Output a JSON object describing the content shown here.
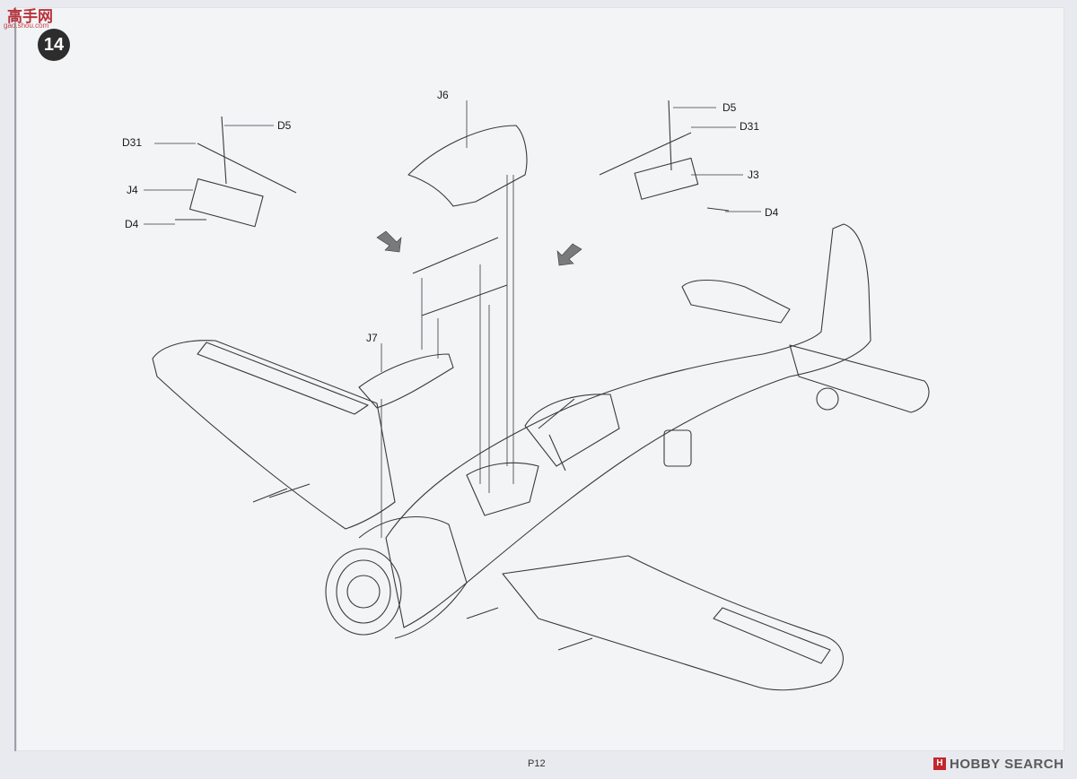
{
  "branding": {
    "site_logo": "高手网",
    "site_logo_sub": "gao.shou.com",
    "watermark": "HOBBY SEARCH"
  },
  "step": {
    "number": "14"
  },
  "callouts": {
    "left_gun": {
      "d5": "D5",
      "d31": "D31",
      "j4": "J4",
      "d4": "D4"
    },
    "right_gun": {
      "d5": "D5",
      "d31": "D31",
      "j3": "J3",
      "d4": "D4"
    },
    "j6": "J6",
    "j7": "J7"
  },
  "footer": {
    "page": "P12"
  },
  "colors": {
    "line": "#3a3a3a",
    "paper": "#f3f4f6",
    "arrow_fill": "#7a7a7a",
    "accent": "#c2272d"
  },
  "icons": [
    "step-badge-icon",
    "assembly-arrow-icon",
    "logo-icon"
  ]
}
